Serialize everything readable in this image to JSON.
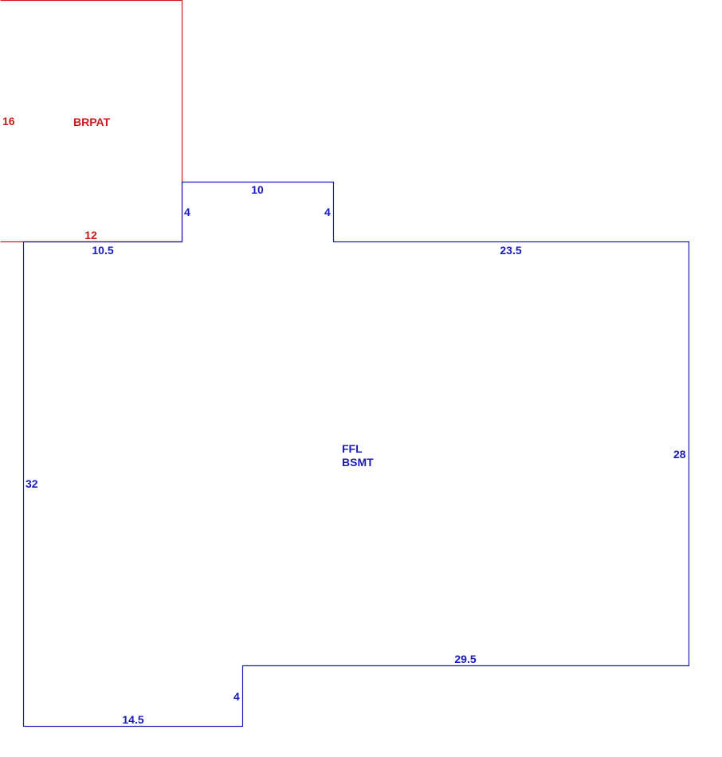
{
  "colors": {
    "main_area": "#1a1ab8",
    "patio_area": "#cc1a1a",
    "background": "#ffffff"
  },
  "areas": {
    "patio": {
      "name": "BRPAT",
      "dim_height": "16",
      "dim_width": "12"
    },
    "main": {
      "name_line1": "FFL",
      "name_line2": "BSMT",
      "dim_top_left": "10.5",
      "dim_bump_left": "4",
      "dim_bump_top": "10",
      "dim_bump_right": "4",
      "dim_top_right": "23.5",
      "dim_right": "28",
      "dim_lower_right": "29.5",
      "dim_notch": "4",
      "dim_bottom": "14.5",
      "dim_left": "32"
    }
  }
}
